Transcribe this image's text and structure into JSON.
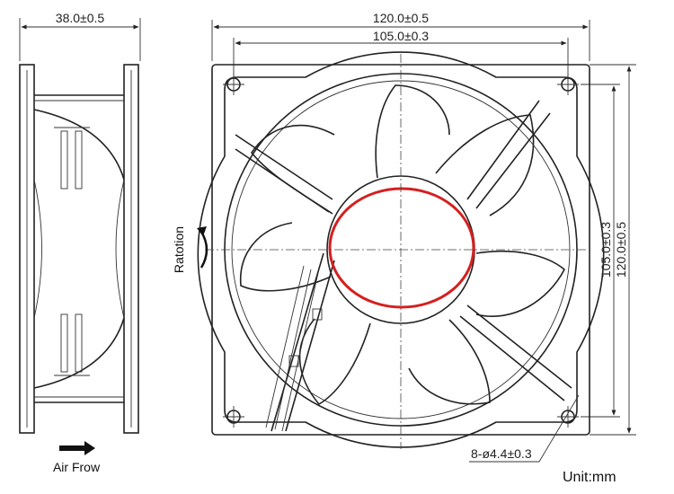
{
  "side_view": {
    "depth_dim": "38.0±0.5",
    "airflow_label": "Air Frow"
  },
  "front_view": {
    "outer_width_dim": "120.0±0.5",
    "hole_spacing_h_dim": "105.0±0.3",
    "hole_spacing_v_dim": "105.0±0.3",
    "outer_height_dim": "120.0±0.5",
    "rotation_label": "Ratotion",
    "hole_spec": "8-ø4.4±0.3",
    "highlight_color": "#d42020"
  },
  "unit_label": "Unit:mm"
}
